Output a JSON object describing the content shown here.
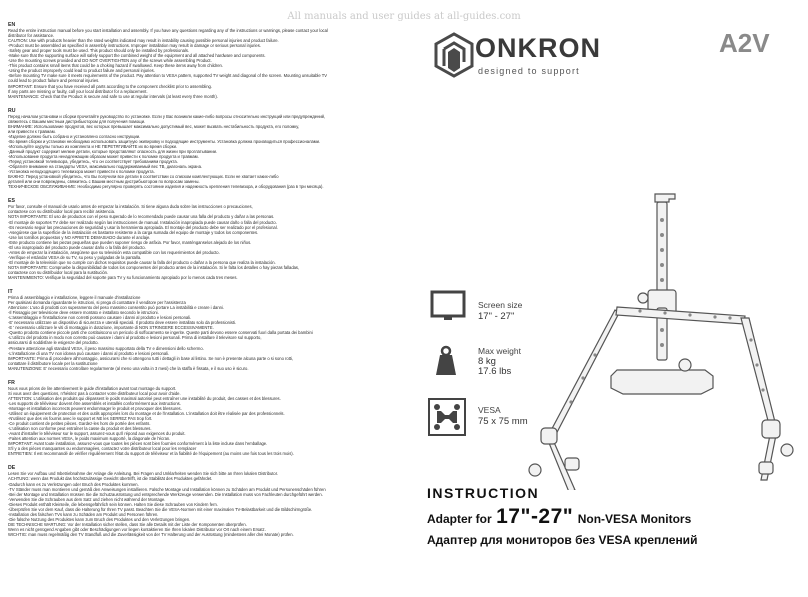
{
  "watermark": "All manuals and user guides at all-guides.com",
  "brand": {
    "name": "ONKRON",
    "tagline": "designed to support",
    "model": "A2V"
  },
  "specs": {
    "screen": {
      "label_1": "Screen size",
      "label_2": "",
      "value": "17\" - 27\""
    },
    "weight": {
      "label_1": "Max weight",
      "value_1": "8 kg",
      "value_2": "17.6 lbs"
    },
    "vesa": {
      "label_1": "VESA",
      "value": "75 x 75 mm"
    }
  },
  "instruction": {
    "heading": "INSTRUCTION",
    "pre": "Adapter for",
    "size": "17\"-27\"",
    "post": "Non-VESA Monitors",
    "ru": "Адаптер для мониторов без VESA креплений"
  },
  "sections": [
    {
      "lang": "EN",
      "lines": [
        "Read the entire instruction manual before you start installation and assembly. If you have any questions regarding any of the instructions or warnings, please contact your local",
        "distributor for assistance.",
        "CAUTION: Use with products heavier than the rated weights indicated may result in instability causing possible personal injuries and product failure.",
        "-Product  must be assembled as specified in assembly instructions. Improper installation may result in damage or serious personal injuries.",
        "-Safety gear and proper tools must be used. This product should only be installed by professionals.",
        "-Make sure that the supporting surface will safely support the combined weight of the equipment and all attached hardware and components.",
        "-Use the mounting screws provided and DO NOT OVERTIGHTEN any of the screws while assembling Product.",
        "-This product contains small items that could be a choking hazard if swallowed. Keep these items away from children.",
        "-Using the product improperly could lead to product failure and personal injuries.",
        "-Before mounting TV make sure it meets requirements of the product. Pay attention to VESA pattern, supported TV weight and diagonal of the screen. Mounting unsuitable TV",
        "  could lead to product failure and personal injuries.",
        "IMPORTANT:  Ensure that you have received all parts according to the component checklist prior to assembling.",
        "If any parts are missing or faulty, call your local distributor for a replacement.",
        "MAINTENANCE: Check that the Product is secure and safe to use at regular intervals (at least every three month)."
      ]
    },
    {
      "lang": "RU",
      "lines": [
        "Перед началом установки и сборки прочитайте руководство по установке. Если у Вас возникли какие-либо вопросы относительно инструкций или предупреждений,",
        "свяжитесь с Вашим местным дистрибьютором для получения помощи.",
        "ВНИМАНИЕ: Использование продуктов, вес которых превышает максимально допустимый вес, может вызвать нестабильность продукта, его поломку,",
        "или привести к травмам.",
        "-Изделие должно быть собрано и установлено согласно инструкции.",
        "-Во время сборки и установки необходимо использовать защитную экипировку и подходящие инструменты. Установка должна производиться профессионалами.",
        "-Используйте шурупы только из комплекта и НЕ ПЕРЕТЯГИВАЙТЕ их во время сборки.",
        "-Данный продукт содержит мелкие детали, которые представляют опасность для жизни при проглатывании.",
        "-Использование продукта ненадлежащим образом может привести к поломке продукта и травмам.",
        "-Перед установкой телевизора, убедитесь, что он соответствует требованиям продукта.",
        "-Обратите внимание на стандарты VESA, максимально поддерживаемый вес ТВ, диагональ экрана.",
        "-Установка неподходящего телевизора может привести к поломке продукта.",
        "ВАЖНО: Перед установкой убедитесь, что Вы получили все детали в соответствии со списком комплектующих. Если не хватает каких-либо",
        "деталей или они повреждены, свяжитесь с Вашим местным дистрибьютором по вопросам замены.",
        "ТЕХНИЧЕСКОЕ ОБСЛУЖИВАНИЕ: Необходимо регулярно проверять состояние изделия и надежность крепления телевизора, и оборудования (раз в три месяца)."
      ]
    },
    {
      "lang": "ES",
      "lines": [
        "Por favor, consulte el manual de usario antes de empezar la instalación. Si tiene alguna duda sobre las instrucciones o precauciones,",
        "contactese con su distribuidor local para recibir asistencia.",
        "NOTA IMPORTANTE: El uso de productos con el peso superado de lo recomendado puede causar una falla del producto y dañar a las personas.",
        "-El montaje de soportes TV debe ser realizado según las instrucciones de manual. Instalación inapropiada puede causar daño o falla del producto.",
        "-Es necesario seguir las precauciones de seguridad y usar la herramienta apropiada. El montaje del producto debe ser realizado por el profesional.",
        "-Asegúrese que la superficie de la instalación es bastante resistente a la carga sumada del equipo de montaje y todos los componentes.",
        "-Use los tornillos propuestos y NO APRIETE DEMASIADO durante el anclaje.",
        "-Este producto contiene las piezas pequeñas que pueden suponer riesgo de asfixia. Por favor, manténganselos alejado de los niños.",
        "-El uso inapropiado del producto puede causar daño o la falla del producto.",
        "-Antes de empezar la instalación, asegúrese que su televisión esta compatible con los requerimientos del producto.",
        "-Verifique el estándar VESA de su TV, su peso y pulgadas de la pantalla.",
        "-El montaje de la televisión que no cumple con dichos requisitos puede causar la falla del producto o dañar a la persona que realiza la instalación.",
        "NOTA IMPORTANTE: Compruebe la disponibilidad de todos los componentes del producto antes de la instalación. Si le falta los detalles o hay piezas falladas,",
        "contactese con su distribuidor local para la sustitución.",
        "MANTENIMIENTO: Verifique la seguridad del soporte para TV y su funcionamiento apropiado por lo menos cada tres meses."
      ]
    },
    {
      "lang": "IT",
      "lines": [
        "Prima di assemblaggio e  installazione, leggere il manuale d'installazione",
        "Per qualsiasi domanda riguardante le istruzioni, si prega di contattare il venditore per l'assistenza",
        "Attenzione: L'uso di prodotti con superamento del peso massimo consentito può portare La instabilità e creare i danni.",
        "-Il Fissaggio per televisione deve essere montato e installato secondo le istruzioni.",
        "-L'assemblaggio e l'installazione non corretti possono causare i danni al prodotto e lesioni personali.",
        "-E' necessario utilizzare un dispositivo di sicurezza e utensili  speciali. Il prodotto deve essere installato solo da professionisti.",
        "-E ' necessario utilizzare le viti di montaggio in dotazione, importante di NON STRINGERE ECCESSIVAMENTE.",
        "-Questo prodotto contiene piccole parti che costituiscono un pericolo di soffocamento se ingerite. Queste parti devono essere conservati fuori dalla portata dei bambini",
        "-L'utilizzo del prodotto in modo non corretto può causare i danni al prodotto e lesioni personali. Prima di installare il televisore sul supporto,",
        "  assicurarsi di soddisfare le esigenze del prodotto.",
        "-Prestare attenzione agli standard VESA, il peso massimo supportato della TV e dimensioni dello schermo.",
        "-L'installazione di una TV non idonea può causare i danni al prodotto e lesioni personali.",
        "IMPORTANTE: Prima di procedere all'montaggio, assicurarsi che si ottengono tutti i dettagli in base al listino. Se non è presente alcuna parte o si sono rotti,",
        "contattare il distributore locale per la sostituzione",
        "MANUTENZIONE:  E' necessario controllare regolarmente (al meno una volta in 3 mesi) che la staffa è fissata, e il suo uso è sicuro."
      ]
    },
    {
      "lang": "FR",
      "lines": [
        "Nous vous prions de lire attentivement le guide d'installation avant tout  montage du support.",
        "Si vous avez des questions, n'hésitez pas à contacter votre distributeur local pour avoir d'aide.",
        "ATTENTION: L'utilisation des produits qui dépassent le poids maximal autorisé peut entraîner une instabilité du produit, des casses et des blessures.",
        "-Les supports de téléviseur doivent être assemblés et installés conformément aux instructions.",
        "-Montage et installation incorrects peuvent endommager le produit et provoquer des blessures.",
        "-Utilisez un équipement de protection et des outils appropriés lors du montage et de l'installation. L'installation doit être réalisée par des professionnels.",
        "-N'utilisez que des vis fournis avec le support et NE les SERREZ PAS trop fort.",
        "-Ce produit contient de petites pièces. Gardez-les hors de portée des enfants.",
        "-L'utilisation non conforme peut entraîner la casse du produit et des blessures.",
        "-Avant d'installer le téléviseur sur le support, assurez-vous qu'il répond aux exigences du produit.",
        "-Faites attention aux normes VESA, le poids maximum supporté, la diagonale de l'écran.",
        "IMPORTANT: Avant toute installation, assurez-vous que toutes les pièces sont bien fournies conformément à la liste incluse dans l'emballage.",
        "S'il y a des pièces manquantes ou endommagées, contactez votre distributeur local pour les remplacer",
        "ENTRETIEN: Il est recommandé de vérifier régulièrement l'état du support de téléviseur et la fiabilité de l'équipement (au moins une fois tous les trois mois)."
      ]
    },
    {
      "lang": "DE",
      "lines": [
        "Lesen Sie vor Aufbau und Inbetriebnahme der Anlage die Anleitung. Bei Fragen und Unklarheiten wenden Sie sich bitte an Ihren lokalen Distributor.",
        "ACHTUNG: wenn das Produkt das höchstzulässige Gewicht übertrifft, ist die Stabilität des Produktes gefährdet.",
        "-Dadurch kann es zu Verletzungen oder Bruch des Produktes kommen.",
        "-TV Ständer muss man montieren und gemäß den Anweisungen installieren. Falsche Montage und Installation können zu Schäden am Produkt und Personenschäden führen",
        "-Bei der Montage und Installation müssen Sie die Schutzausrüstung und entsprechende Werkzeuge verwenden. Die Installation muss von Fachleuten durchgeführt werden.",
        "-Verwenden Sie die Schrauben  aus dem Satz und ziehen  nicht während der Montage.",
        "-Dieses Produkt enthält Kleinteile, die lebensgefährlich sein können. Halten Sie diese Schrauben von Kindern fern.",
        "-Überprüfen Sie vor dem Kauf, dass die Halterung für Ihren TV passt. Beachten Sie die VESA-Normen mit einer maximalen TV-Belastbarkeit und die Bildschirmgröße.",
        "-Installation des falschen TVs kann zu Schäden am Produkt und Personen führen.",
        "-Die falsche Nutzung des Produktes kann zum Bruch des Produktes und den Verletzungen bringen.",
        "DIE TECHNISCHE WARTUNG: Vor der Installation sicher stellen, dass Sie alle Details mit der Liste der Komponenten überprüfen.",
        "Wenn es nicht genügend Angaben gibt oder Beschädigungen vor liegen kontaktieren Sie Ihren lokalen Distributor vor Ort nach einem Ersatz.",
        "WICHTIG: man muss regelmäßig den TV Standfuß und die Zuverlässigkeit von der TV Halterung und der Ausrüstung (mindestens aller drei Monate) prüfen."
      ]
    }
  ]
}
